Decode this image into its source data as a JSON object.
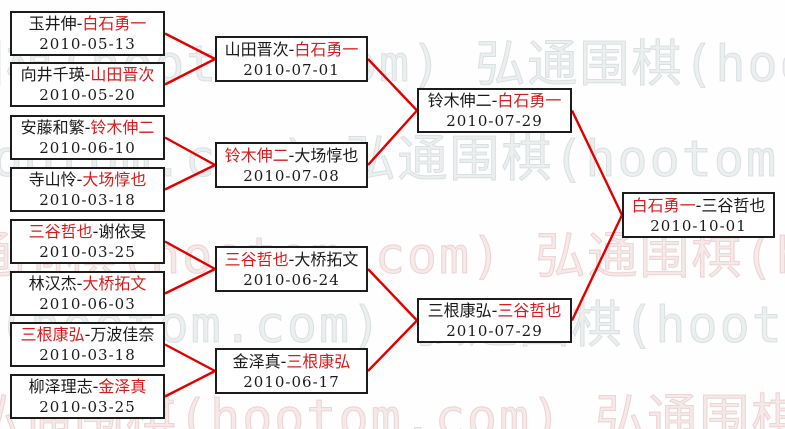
{
  "watermark": {
    "tile": "弘通围棋(hootom.com)",
    "trail": "弘通"
  },
  "colors": {
    "connector_line": "#e00000",
    "winner_text": "#d41c1c",
    "box_border": "#1c1c1c",
    "plain_text": "#1a1a1a"
  },
  "separator": "-",
  "rounds": [
    {
      "name": "round-1",
      "matches": [
        {
          "p1": "玉井伸",
          "p2": "白石勇一",
          "winner": 2,
          "date": "2010-05-13"
        },
        {
          "p1": "向井千瑛",
          "p2": "山田晋次",
          "winner": 2,
          "date": "2010-05-20"
        },
        {
          "p1": "安藤和繁",
          "p2": "铃木伸二",
          "winner": 2,
          "date": "2010-06-10"
        },
        {
          "p1": "寺山怜",
          "p2": "大场惇也",
          "winner": 2,
          "date": "2010-03-18"
        },
        {
          "p1": "三谷哲也",
          "p2": "谢依旻",
          "winner": 1,
          "date": "2010-03-25"
        },
        {
          "p1": "林汉杰",
          "p2": "大桥拓文",
          "winner": 2,
          "date": "2010-06-03"
        },
        {
          "p1": "三根康弘",
          "p2": "万波佳奈",
          "winner": 1,
          "date": "2010-03-18"
        },
        {
          "p1": "柳泽理志",
          "p2": "金泽真",
          "winner": 2,
          "date": "2010-03-25"
        }
      ]
    },
    {
      "name": "round-2",
      "matches": [
        {
          "p1": "山田晋次",
          "p2": "白石勇一",
          "winner": 2,
          "date": "2010-07-01"
        },
        {
          "p1": "铃木伸二",
          "p2": "大场惇也",
          "winner": 1,
          "date": "2010-07-08"
        },
        {
          "p1": "三谷哲也",
          "p2": "大桥拓文",
          "winner": 1,
          "date": "2010-06-24"
        },
        {
          "p1": "金泽真",
          "p2": "三根康弘",
          "winner": 2,
          "date": "2010-06-17"
        }
      ]
    },
    {
      "name": "semifinals",
      "matches": [
        {
          "p1": "铃木伸二",
          "p2": "白石勇一",
          "winner": 2,
          "date": "2010-07-29"
        },
        {
          "p1": "三根康弘",
          "p2": "三谷哲也",
          "winner": 2,
          "date": "2010-07-29"
        }
      ]
    },
    {
      "name": "final",
      "matches": [
        {
          "p1": "白石勇一",
          "p2": "三谷哲也",
          "winner": 1,
          "date": "2010-10-01"
        }
      ]
    }
  ]
}
